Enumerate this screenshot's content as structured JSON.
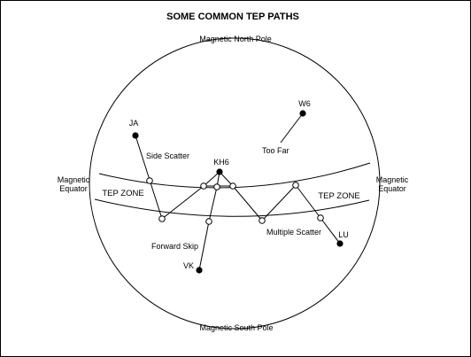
{
  "title": "SOME COMMON TEP PATHS",
  "poles": {
    "north": "Magnetic North Pole",
    "south": "Magnetic South Pole"
  },
  "equator": {
    "left_line1": "Magnetic",
    "left_line2": "Equator",
    "right_line1": "Magnetic",
    "right_line2": "Equator"
  },
  "zones": {
    "left": "TEP ZONE",
    "right": "TEP ZONE"
  },
  "stations": {
    "ja": "JA",
    "w6": "W6",
    "kh6": "KH6",
    "vk": "VK",
    "lu": "LU"
  },
  "paths": {
    "side_scatter": "Side Scatter",
    "too_far": "Too Far",
    "forward_skip": "Forward Skip",
    "multiple_scatter": "Multiple Scatter"
  }
}
